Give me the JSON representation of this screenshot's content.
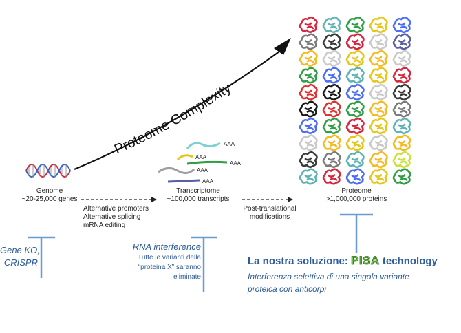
{
  "diagram": {
    "curve_label": "Proteome Complexity",
    "genome": {
      "title": "Genome",
      "count": "~20-25,000 genes"
    },
    "transcriptome": {
      "title": "Transcriptome",
      "count": "~100,000 transcripts",
      "polya": "AAA"
    },
    "proteome": {
      "title": "Proteome",
      "count": ">1,000,000 proteins"
    },
    "step1": [
      "Alternative promoters",
      "Alternative splicing",
      "mRNA editing"
    ],
    "step2": [
      "Post-translational",
      "modifications"
    ]
  },
  "blocks": {
    "gene_ko": [
      "Gene KO,",
      "CRISPR"
    ],
    "rna_interference": {
      "title": "RNA interference",
      "lines": [
        "Tutte le varianti della",
        "“proteina X” saranno",
        "eliminate"
      ]
    },
    "solution": {
      "prefix": "La nostra soluzione: ",
      "pisa": "PISA",
      "suffix": " technology",
      "lines": [
        "Interferenza selettiva di una singola variante",
        "proteica con anticorpi"
      ]
    }
  },
  "colors": {
    "accent_blue": "#2e5c9a",
    "inhibitor_blue": "#6b9bd2",
    "pisa_green": "#6cc24a",
    "protein_palette": [
      "#d7263d",
      "#2f9e44",
      "#3b6fd4",
      "#5fb3b3",
      "#c8c8c8",
      "#1a1a1a",
      "#2f9e44",
      "#7a7a7a",
      "#5b5ea6",
      "#e6c619",
      "#c9e23a",
      "#3a3a3a",
      "#4c6ef5",
      "#e03131",
      "#f5b921"
    ]
  }
}
